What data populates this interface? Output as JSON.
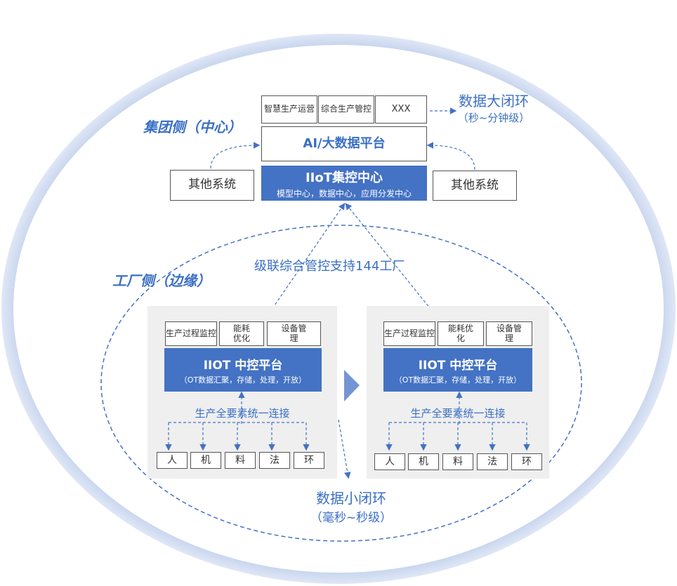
{
  "group_side": {
    "label": "集团侧（中心）",
    "apps": [
      "智慧生产运营",
      "综合生产管控",
      "XXX"
    ],
    "ai_platform": "AI/大数据平台",
    "iiot_center": {
      "title": "IIoT集控中心",
      "subtitle": "模型中心，数据中心，应用分发中心"
    },
    "other_left": "其他系统",
    "other_right": "其他系统",
    "big_loop": {
      "title": "数据大闭环",
      "sub": "（秒~分钟级）"
    }
  },
  "cascade_label": "级联综合管控支持144工厂",
  "factory_side": {
    "label": "工厂侧（边缘）",
    "panels": [
      {
        "modules": [
          "生产过程监控",
          "能耗优化",
          "设备管理"
        ],
        "platform_title": "IIOT 中控平台",
        "platform_sub": "（OT数据汇聚，存储，处理，开放）",
        "connect_label": "生产全要素统一连接",
        "elements": [
          "人",
          "机",
          "料",
          "法",
          "环"
        ]
      },
      {
        "modules": [
          "生产过程监控",
          "能耗优化",
          "设备管理"
        ],
        "platform_title": "IIOT 中控平台",
        "platform_sub": "（OT数据汇聚，存储，处理，开放）",
        "connect_label": "生产全要素统一连接",
        "elements": [
          "人",
          "机",
          "料",
          "法",
          "环"
        ]
      }
    ],
    "small_loop": {
      "title": "数据小闭环",
      "sub": "（毫秒~秒级）"
    }
  },
  "colors": {
    "accent": "#4472c4",
    "text_blue": "#3a6fc4",
    "panel_grey": "#efefef",
    "border": "#555555"
  }
}
